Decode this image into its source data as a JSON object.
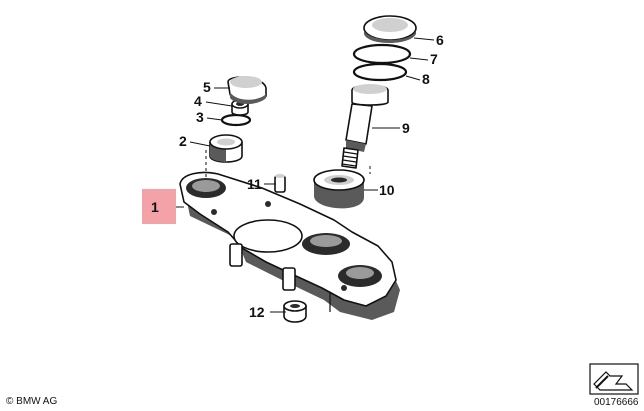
{
  "copyright": "© BMW AG",
  "image_number": "00176666",
  "highlight_color": "#f3a3a8",
  "callouts": [
    {
      "id": "1",
      "label": "1"
    },
    {
      "id": "2",
      "label": "2"
    },
    {
      "id": "3",
      "label": "3"
    },
    {
      "id": "4",
      "label": "4"
    },
    {
      "id": "5",
      "label": "5"
    },
    {
      "id": "6",
      "label": "6"
    },
    {
      "id": "7",
      "label": "7"
    },
    {
      "id": "8",
      "label": "8"
    },
    {
      "id": "9",
      "label": "9"
    },
    {
      "id": "10",
      "label": "10"
    },
    {
      "id": "11",
      "label": "11"
    },
    {
      "id": "12",
      "label": "12"
    }
  ],
  "icons": {
    "corner": "arrow-sign-icon"
  }
}
